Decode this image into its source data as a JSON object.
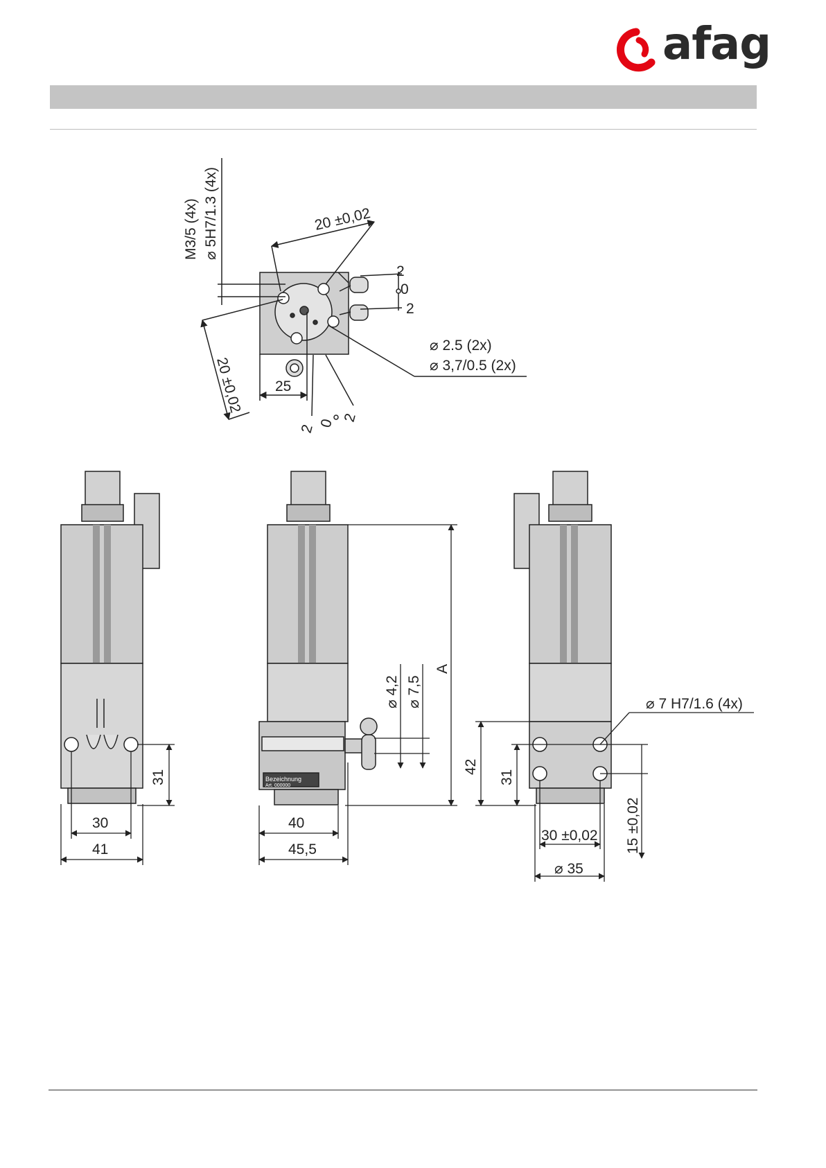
{
  "brand": {
    "name": "afag",
    "accent": "#e30613",
    "text_color": "#2b2b2b"
  },
  "drawing": {
    "top_view": {
      "thread_label": "M3/5 (4x)",
      "bore_label": "⌀ 5H7/1.3 (4x)",
      "dim_top": "20  ±0,02",
      "dim_left": "20  ±0,02",
      "dim_25": "25",
      "pin_right_a": "2",
      "pin_right_b": "0",
      "pin_right_c": "2",
      "pin_bottom_a": "2",
      "pin_bottom_b": "0",
      "pin_bottom_c": "2",
      "hole_label_1": "⌀ 2.5 (2x)",
      "hole_label_2": "⌀ 3,7/0.5 (2x)"
    },
    "left_view": {
      "dim_31": "31",
      "dim_30": "30",
      "dim_41": "41"
    },
    "middle_view": {
      "dim_A": "A",
      "dim_d42": "⌀ 4,2",
      "dim_d75": "⌀ 7,5",
      "dim_40": "40",
      "dim_455": "45,5",
      "plate_label_1": "Bezeichnung",
      "plate_label_2": "Art. 000000"
    },
    "right_view": {
      "hole_label": "⌀ 7 H7/1.6 (4x)",
      "dim_42": "42",
      "dim_31": "31",
      "dim_30": "30  ±0,02",
      "dim_15": "15 ±0,02",
      "dim_d35": "⌀ 35"
    }
  }
}
